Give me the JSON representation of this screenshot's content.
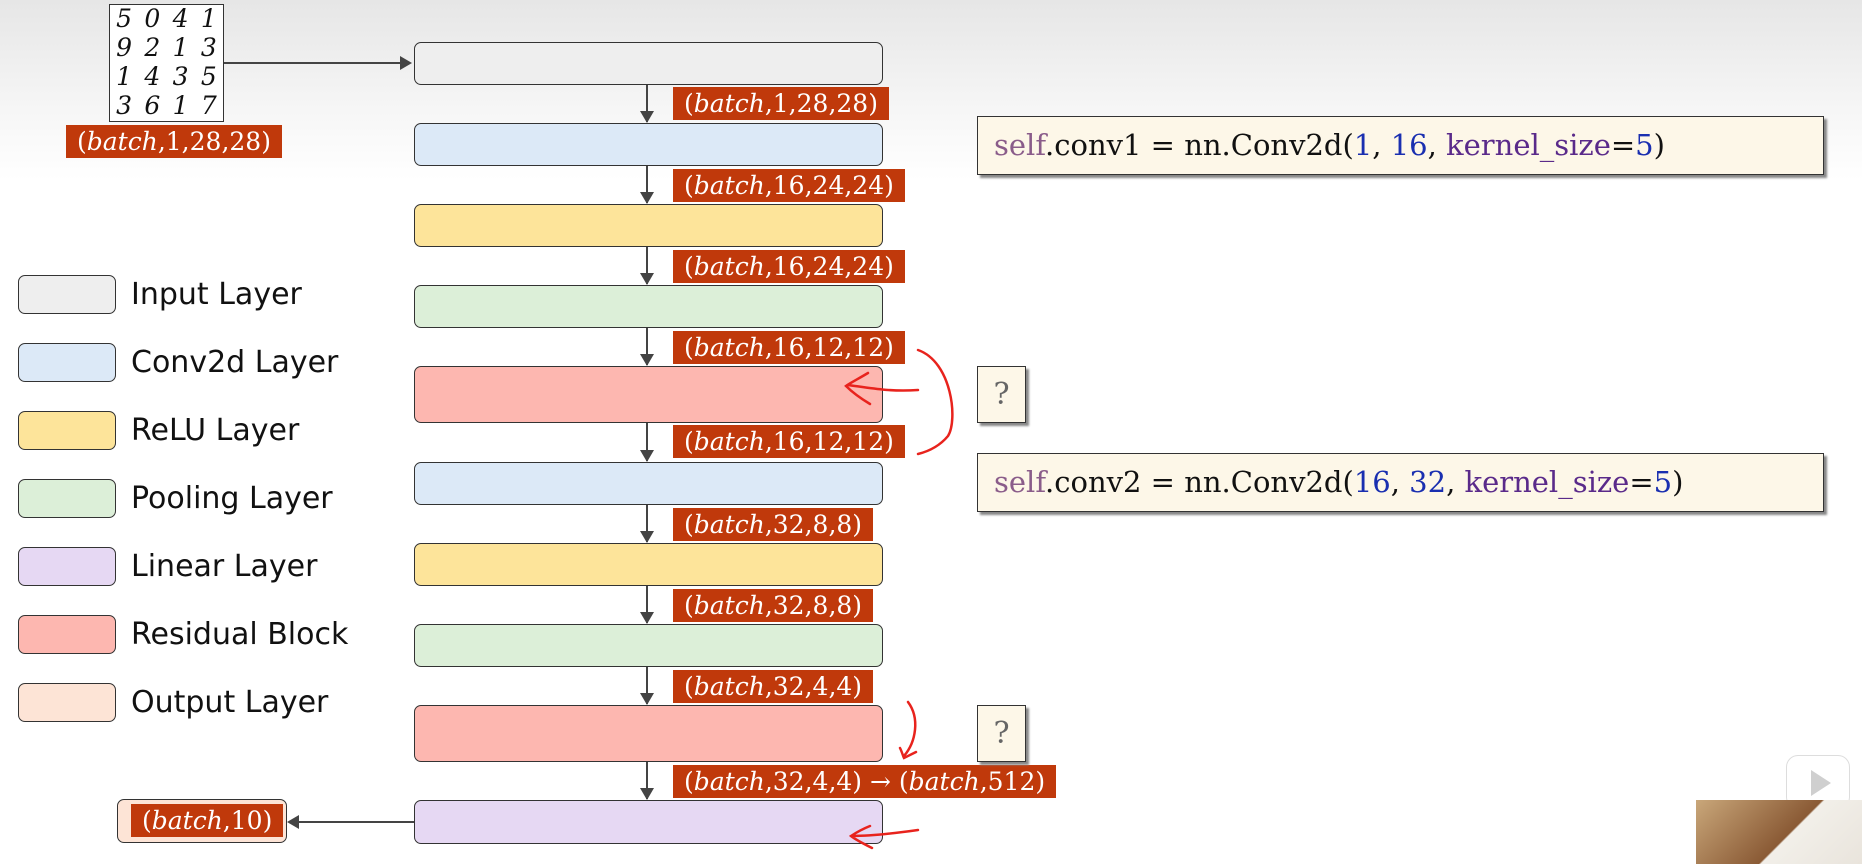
{
  "colors": {
    "input": "#eeeeee",
    "conv": "#dce9f7",
    "relu": "#fde49a",
    "pool": "#dcefd8",
    "linear": "#e6d8f3",
    "residual": "#fdb7b0",
    "output": "#fde4d6",
    "shape_label": "#c0390b",
    "annotation": "#e8231d"
  },
  "input_image": {
    "digits": [
      [
        "5",
        "0",
        "4",
        "1"
      ],
      [
        "9",
        "2",
        "1",
        "3"
      ],
      [
        "1",
        "4",
        "3",
        "5"
      ],
      [
        "3",
        "6",
        "1",
        "7"
      ]
    ],
    "shape": {
      "batch": "batch",
      "dims": ",1,28,28)"
    }
  },
  "shapes": [
    {
      "batch": "batch",
      "dims": ",1,28,28)"
    },
    {
      "batch": "batch",
      "dims": ",16,24,24)"
    },
    {
      "batch": "batch",
      "dims": ",16,24,24)"
    },
    {
      "batch": "batch",
      "dims": ",16,12,12)"
    },
    {
      "batch": "batch",
      "dims": ",16,12,12)"
    },
    {
      "batch": "batch",
      "dims": ",32,8,8)"
    },
    {
      "batch": "batch",
      "dims": ",32,8,8)"
    },
    {
      "batch": "batch",
      "dims": ",32,4,4)"
    },
    {
      "batch": "batch",
      "dims": ",32,4,4) → (",
      "batch2": "batch",
      "dims2": ",512)"
    }
  ],
  "output_shape": {
    "batch": "batch",
    "dims": ",10)"
  },
  "legend": [
    {
      "label": "Input Layer"
    },
    {
      "label": "Conv2d Layer"
    },
    {
      "label": "ReLU Layer"
    },
    {
      "label": "Pooling Layer"
    },
    {
      "label": "Linear Layer"
    },
    {
      "label": "Residual Block"
    },
    {
      "label": "Output Layer"
    }
  ],
  "code": {
    "conv1": {
      "self": "self",
      "lhs": ".conv1 = nn.Conv2d(",
      "a": "1",
      "sep1": ",  ",
      "b": "16",
      "sep2": ",  ",
      "kw": "kernel_size",
      "eq": "=",
      "k": "5",
      "end": ")"
    },
    "conv2": {
      "self": "self",
      "lhs": ".conv2 = nn.Conv2d(",
      "a": "16",
      "sep1": ",  ",
      "b": "32",
      "sep2": ",  ",
      "kw": "kernel_size",
      "eq": "=",
      "k": "5",
      "end": ")"
    }
  },
  "question_mark": "?"
}
